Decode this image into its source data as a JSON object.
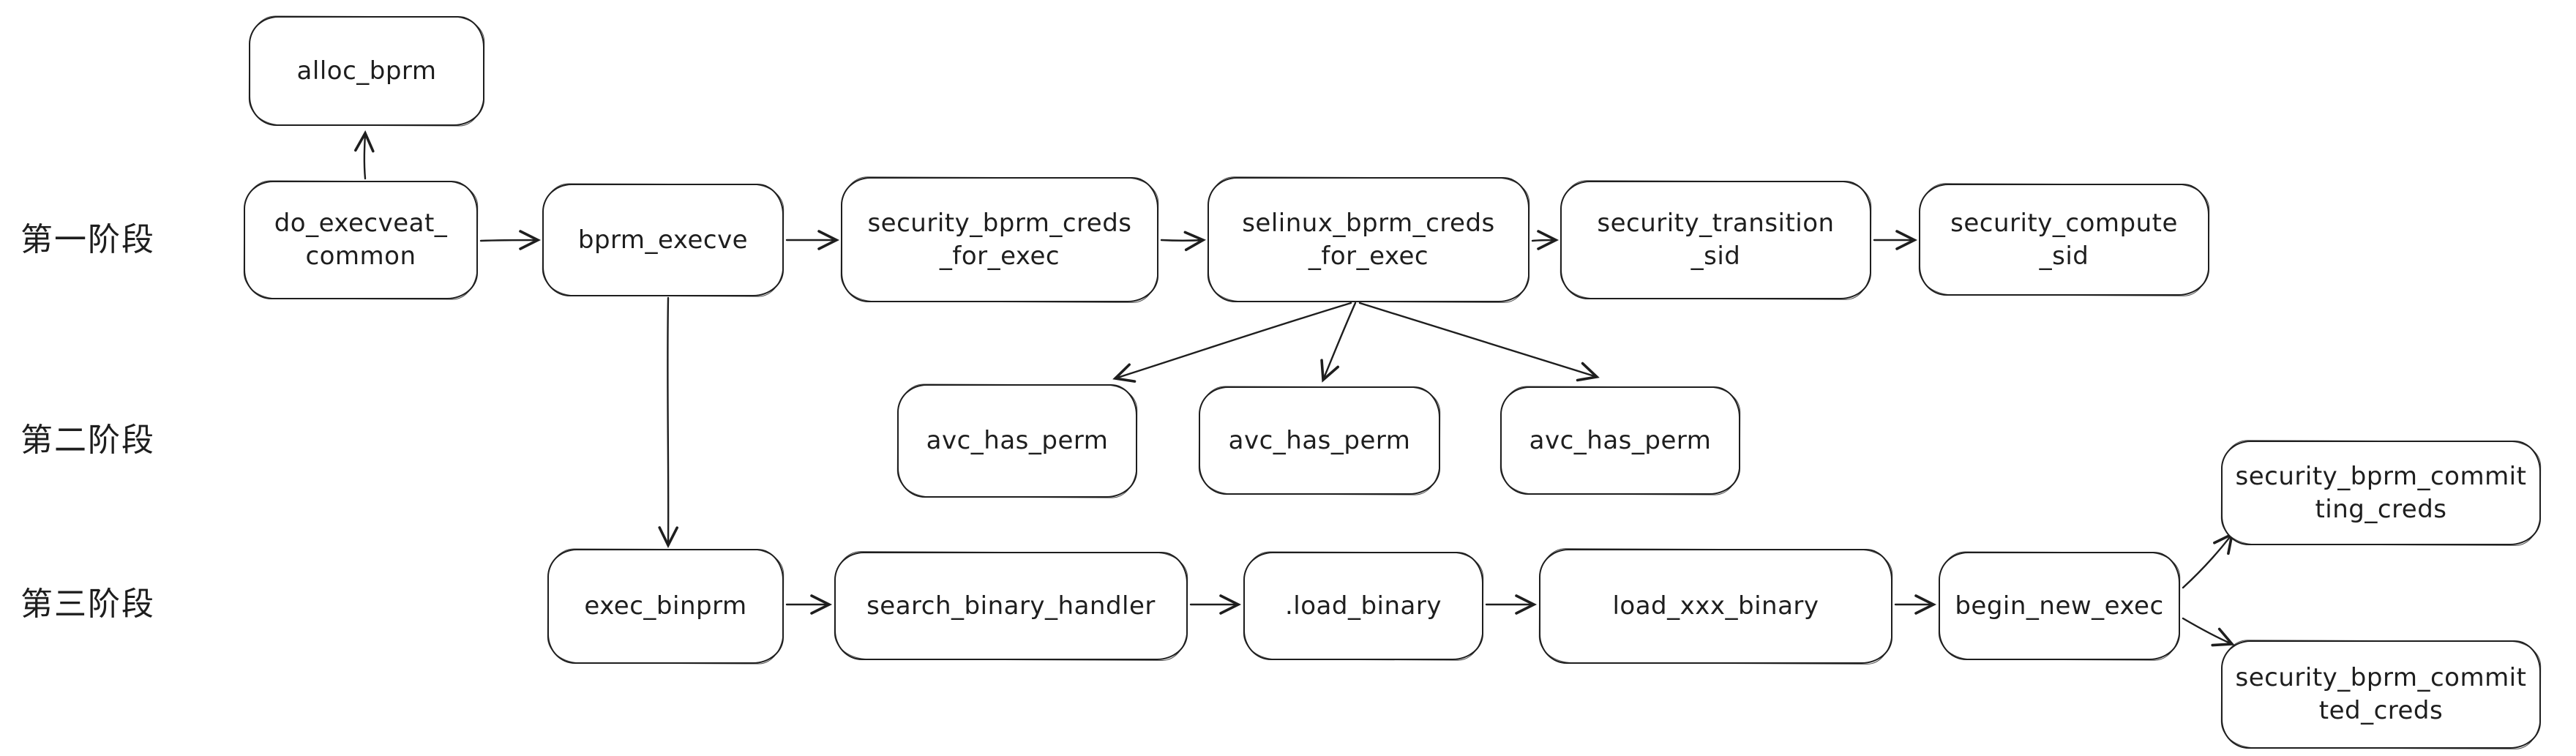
{
  "diagram": {
    "title_hint": "execve kernel call flow (hand-drawn flowchart)",
    "colors": {
      "stroke": "#1e1e1e",
      "canvas": "#ffffff"
    },
    "stages": {
      "stage1": "第一阶段",
      "stage2": "第二阶段",
      "stage3": "第三阶段"
    },
    "nodes": {
      "alloc_bprm": "alloc_bprm",
      "do_execveat_common": "do_execveat_\ncommon",
      "bprm_execve": "bprm_execve",
      "security_bprm_creds_for_exec": "security_bprm_creds\n_for_exec",
      "selinux_bprm_creds_for_exec": "selinux_bprm_creds\n_for_exec",
      "security_transition_sid": "security_transition\n_sid",
      "security_compute_sid": "security_compute\n_sid",
      "avc_has_perm_1": "avc_has_perm",
      "avc_has_perm_2": "avc_has_perm",
      "avc_has_perm_3": "avc_has_perm",
      "exec_binprm": "exec_binprm",
      "search_binary_handler": "search_binary_handler",
      "load_binary": ".load_binary",
      "load_xxx_binary": "load_xxx_binary",
      "begin_new_exec": "begin_new_exec",
      "security_bprm_committing_creds": "security_bprm_commit\nting_creds",
      "security_bprm_committed_creds": "security_bprm_commit\nted_creds"
    },
    "edges": [
      {
        "from": "do_execveat_common",
        "to": "alloc_bprm"
      },
      {
        "from": "do_execveat_common",
        "to": "bprm_execve"
      },
      {
        "from": "bprm_execve",
        "to": "security_bprm_creds_for_exec"
      },
      {
        "from": "security_bprm_creds_for_exec",
        "to": "selinux_bprm_creds_for_exec"
      },
      {
        "from": "selinux_bprm_creds_for_exec",
        "to": "security_transition_sid"
      },
      {
        "from": "security_transition_sid",
        "to": "security_compute_sid"
      },
      {
        "from": "selinux_bprm_creds_for_exec",
        "to": "avc_has_perm_1"
      },
      {
        "from": "selinux_bprm_creds_for_exec",
        "to": "avc_has_perm_2"
      },
      {
        "from": "selinux_bprm_creds_for_exec",
        "to": "avc_has_perm_3"
      },
      {
        "from": "bprm_execve",
        "to": "exec_binprm"
      },
      {
        "from": "exec_binprm",
        "to": "search_binary_handler"
      },
      {
        "from": "search_binary_handler",
        "to": "load_binary"
      },
      {
        "from": "load_binary",
        "to": "load_xxx_binary"
      },
      {
        "from": "load_xxx_binary",
        "to": "begin_new_exec"
      },
      {
        "from": "begin_new_exec",
        "to": "security_bprm_committing_creds"
      },
      {
        "from": "begin_new_exec",
        "to": "security_bprm_committed_creds"
      }
    ]
  }
}
